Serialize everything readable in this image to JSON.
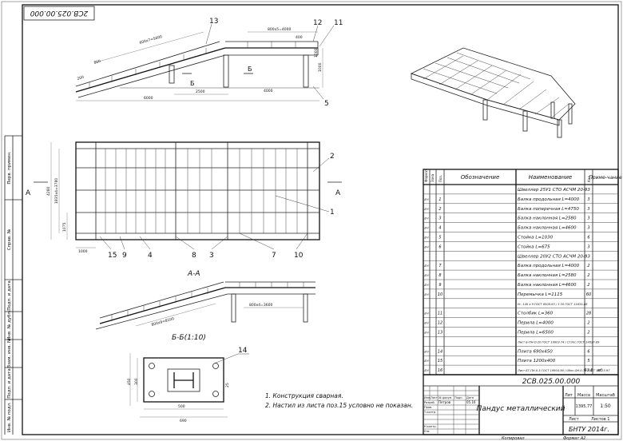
{
  "stamp_code": "2СВ.025.00.000",
  "views": {
    "side": {
      "callouts": [
        "13",
        "12",
        "11",
        "5"
      ],
      "dims": {
        "slope_beam": "600х7=5600",
        "top_beam": "800х5=4000",
        "rise": "1000",
        "left": "800",
        "run": "6000",
        "mid": "2500",
        "right": "4000",
        "small_top": "400",
        "small_right": "1000",
        "small_left": "200"
      },
      "section_mark": "Б"
    },
    "plan": {
      "callouts": [
        "2",
        "1",
        "15",
        "9",
        "4",
        "8",
        "3",
        "7",
        "10"
      ],
      "dims": {
        "total_h": "4280",
        "inner_h": "1835x4=3780",
        "small_h": "1075",
        "left_small": "1000"
      },
      "section_mark": "А"
    },
    "section_aa": {
      "title": "А-А",
      "dims": {
        "slope": "800х9=8100",
        "top": "800х4=3600"
      }
    },
    "section_bb": {
      "title": "Б-Б(1:10)",
      "callout": "14",
      "dims": {
        "inner_w": "500",
        "outer_w": "690",
        "inner_h": "300",
        "outer_h": "450",
        "edge": "25"
      }
    }
  },
  "notes": [
    "1. Конструкция сварная.",
    "2. Настил из листа поз.15 условно не показан."
  ],
  "spec": {
    "headers": {
      "format": "Формат",
      "zone": "Зона",
      "pos": "Поз.",
      "designation": "Обозначение",
      "name": "Наименование",
      "qty": "Кол.",
      "note": "Приме-чание"
    },
    "rows": [
      {
        "fmt": "",
        "pos": "",
        "name": "Швеллер 25У1 СТО АСЧМ 20-93",
        "qty": "",
        "note": ""
      },
      {
        "fmt": "БЧ",
        "pos": "1",
        "name": "Балка продольная L=4000",
        "qty": "3",
        "note": ""
      },
      {
        "fmt": "БЧ",
        "pos": "2",
        "name": "Балка поперечная L=4750",
        "qty": "3",
        "note": ""
      },
      {
        "fmt": "БЧ",
        "pos": "3",
        "name": "Балка наклонная L=2580",
        "qty": "3",
        "note": ""
      },
      {
        "fmt": "БЧ",
        "pos": "4",
        "name": "Балка наклонная L=4600",
        "qty": "3",
        "note": ""
      },
      {
        "fmt": "БЧ",
        "pos": "5",
        "name": "Стойка L=1030",
        "qty": "6",
        "note": ""
      },
      {
        "fmt": "БЧ",
        "pos": "6",
        "name": "Стойка L=675",
        "qty": "3",
        "note": ""
      },
      {
        "fmt": "",
        "pos": "",
        "name": "Швеллер 20У2 СТО АСЧМ 20-93",
        "qty": "",
        "note": ""
      },
      {
        "fmt": "БЧ",
        "pos": "7",
        "name": "Балка продольная L=4000",
        "qty": "2",
        "note": ""
      },
      {
        "fmt": "БЧ",
        "pos": "8",
        "name": "Балка наклонная L=2580",
        "qty": "2",
        "note": ""
      },
      {
        "fmt": "БЧ",
        "pos": "9",
        "name": "Балка наклонная L=4600",
        "qty": "2",
        "note": ""
      },
      {
        "fmt": "БЧ",
        "pos": "10",
        "name": "Перемычка L=1115",
        "qty": "60",
        "note": ""
      },
      {
        "fmt": "",
        "pos": "",
        "name": "Уг. 140 х 9 ГОСТ 8509-93 / 3 20 ГОСТ 11635-86",
        "qty": "",
        "note": ""
      },
      {
        "fmt": "БЧ",
        "pos": "11",
        "name": "Столбик L=360",
        "qty": "28",
        "note": ""
      },
      {
        "fmt": "БЧ",
        "pos": "12",
        "name": "Перила L=4000",
        "qty": "2",
        "note": ""
      },
      {
        "fmt": "БЧ",
        "pos": "13",
        "name": "Перила L=6500",
        "qty": "2",
        "note": ""
      },
      {
        "fmt": "",
        "pos": "",
        "name": "Лист Б-ПН-О-20 ГОСТ 19903-74 / Ст3пс ГОСТ 14637-89",
        "qty": "",
        "note": ""
      },
      {
        "fmt": "БЧ",
        "pos": "14",
        "name": "Плита 690х450",
        "qty": "6",
        "note": ""
      },
      {
        "fmt": "БЧ",
        "pos": "15",
        "name": "Плита 1200х400",
        "qty": "5",
        "note": ""
      },
      {
        "fmt": "БЧ",
        "pos": "16",
        "name": "Лист БТ-ПН-0-5 ГОСТ 19904-90 / 08пс-ОН-0-ТР ГОСТ 16523-97",
        "qty": "53.8",
        "note": "м²"
      }
    ]
  },
  "title_block": {
    "code": "2СВ.025.00.000",
    "name": "Пандус металлический",
    "headers": [
      "Лит",
      "Масса",
      "Масштаб"
    ],
    "mass": "1395,77",
    "scale": "1:50",
    "sheet_label": "Лист",
    "sheets_label": "Листов 1",
    "org": "БНТУ 2014г.",
    "roles": [
      "Изм.",
      "Лист",
      "№ докум.",
      "Подп.",
      "Дата",
      "Разраб.",
      "Пров.",
      "Т.контр.",
      "Н.контр.",
      "Утв."
    ],
    "developer": "Петров",
    "date": "05.16",
    "copied": "Копировал",
    "format": "Формат    А2"
  },
  "side_strip": [
    "Перв. примен.",
    "Справ. №",
    "Подп. и дата",
    "Инв. № дубл.",
    "Взам. инв. №",
    "Подп. и дата",
    "Инв. № подл."
  ]
}
